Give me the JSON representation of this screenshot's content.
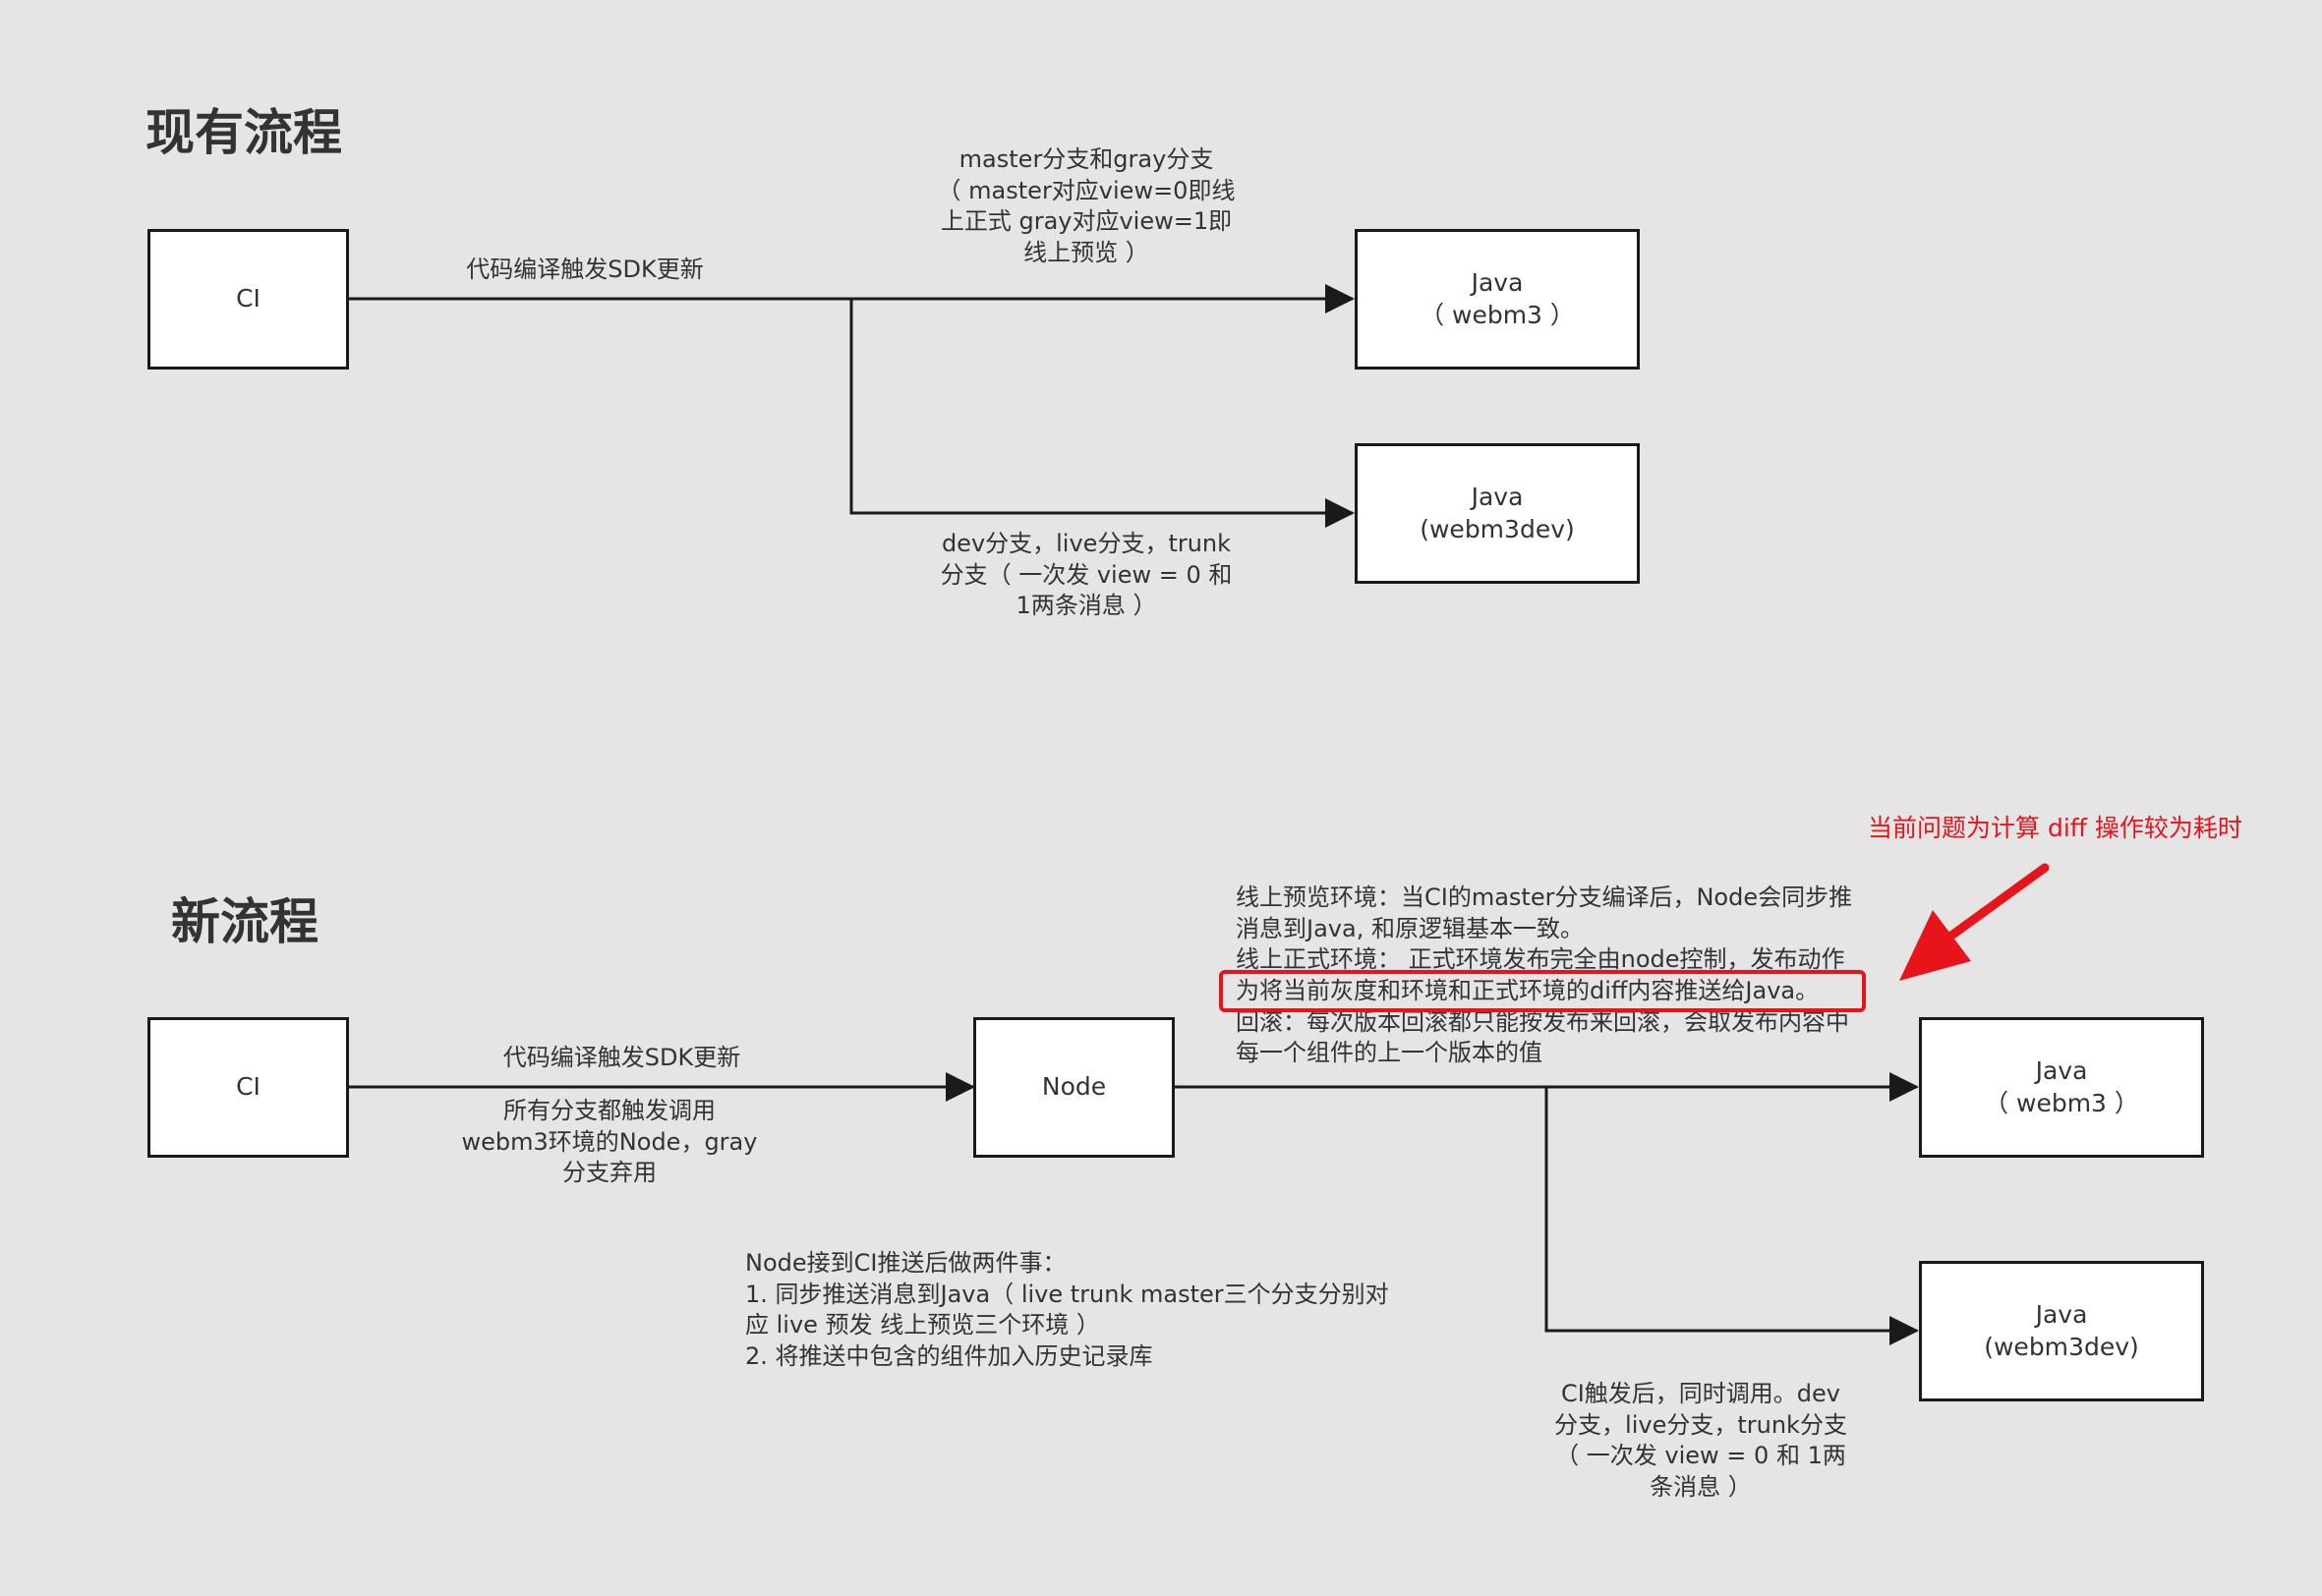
{
  "current_flow": {
    "heading": "现有流程",
    "ci_box": "CI",
    "java_webm3": [
      "Java",
      "（ webm3 ）"
    ],
    "java_webm3dev": [
      "Java",
      "(webm3dev)"
    ],
    "ci_edge_label": "代码编译触发SDK更新",
    "upper_branch_label": [
      "master分支和gray分支",
      "（ master对应view=0即线",
      "上正式 gray对应view=1即",
      "线上预览 ）"
    ],
    "lower_branch_label": [
      "dev分支，live分支，trunk",
      "分支（ 一次发 view = 0 和",
      "1两条消息 ）"
    ]
  },
  "new_flow": {
    "heading": "新流程",
    "ci_box": "CI",
    "node_box": "Node",
    "java_webm3": [
      "Java",
      "（ webm3 ）"
    ],
    "java_webm3dev": [
      "Java",
      "(webm3dev)"
    ],
    "ci_edge_label_top": "代码编译触发SDK更新",
    "ci_edge_label_bottom": [
      "所有分支都触发调用",
      "webm3环境的Node，gray",
      "分支弃用"
    ],
    "node_note": [
      "Node接到CI推送后做两件事：",
      "1. 同步推送消息到Java（ live trunk master三个分支分别对",
      "应 live 预发 线上预览三个环境 ）",
      "2. 将推送中包含的组件加入历史记录库"
    ],
    "env_note": [
      "线上预览环境：当CI的master分支编译后，Node会同步推",
      "消息到Java, 和原逻辑基本一致。",
      "线上正式环境： 正式环境发布完全由node控制，发布动作",
      "为将当前灰度和环境和正式环境的diff内容推送给Java。",
      "回滚：每次版本回滚都只能按发布来回滚，会取发布内容中",
      "每一个组件的上一个版本的值"
    ],
    "lower_branch_label": [
      "CI触发后，同时调用。dev",
      "分支，live分支，trunk分支",
      "（ 一次发 view = 0 和 1两",
      "条消息 ）"
    ]
  },
  "annotation": {
    "text": "当前问题为计算 diff 操作较为耗时",
    "color": "#e8141c"
  },
  "colors": {
    "background": "#e5e5e5",
    "box_fill": "#ffffff",
    "line": "#1a1a1a",
    "text": "#333333",
    "accent_red": "#e8141c"
  }
}
